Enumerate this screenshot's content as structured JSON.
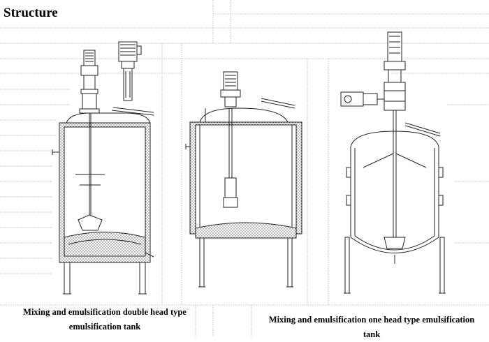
{
  "header": {
    "title": "Structure"
  },
  "figures": [
    {
      "caption_line1": "Mixing and emulsification double head type",
      "caption_line2": "emulsification tank"
    },
    {
      "caption": "Mixing and emulsification one head type emulsification tank"
    }
  ]
}
